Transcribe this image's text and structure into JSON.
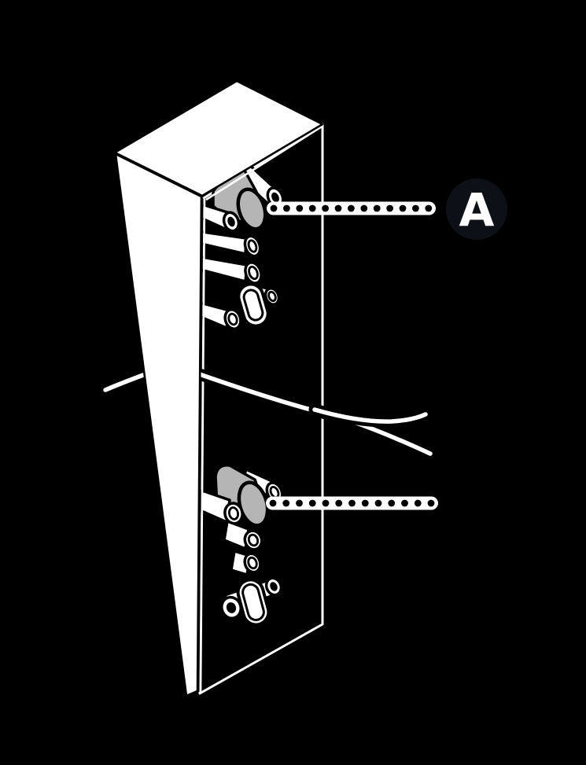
{
  "figure": {
    "type": "technical-illustration",
    "subject": "tall-panel-with-connector-ports-and-cable",
    "colors": {
      "background": "#000000",
      "line_white": "#ffffff",
      "outline_black": "#000000",
      "highlighted_port_gray": "#b5b5b5",
      "badge_fill": "#0d1117",
      "badge_text": "#ffffff"
    },
    "parts": {
      "panel": "tall rectangular panel in perspective",
      "upper_cluster": "upper connector cluster with highlighted round port",
      "lower_cluster": "lower connector cluster with highlighted round port",
      "cable": "loose cable splitting into two leads"
    },
    "callouts": [
      {
        "id": "A",
        "label": "A",
        "badge": true,
        "badge_fill": "#0d1117",
        "leader_style": "white-bar-black-dots"
      },
      {
        "id": "B",
        "label": "",
        "badge": false,
        "leader_style": "white-bar-black-dots"
      }
    ]
  }
}
